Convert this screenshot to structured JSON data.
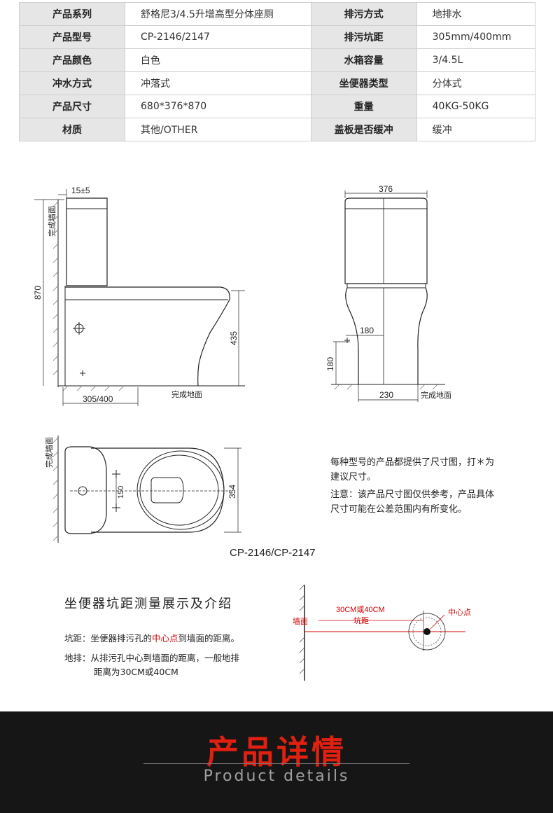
{
  "specs": {
    "rows": [
      {
        "l1": "产品系列",
        "v1": "舒格尼3/4.5升增高型分体座厕",
        "l2": "排污方式",
        "v2": "地排水"
      },
      {
        "l1": "产品型号",
        "v1": "CP-2146/2147",
        "l2": "排污坑距",
        "v2": "305mm/400mm"
      },
      {
        "l1": "产品颜色",
        "v1": "白色",
        "l2": "水箱容量",
        "v2": "3/4.5L"
      },
      {
        "l1": "冲水方式",
        "v1": "冲落式",
        "l2": "坐便器类型",
        "v2": "分体式"
      },
      {
        "l1": "产品尺寸",
        "v1": "680*376*870",
        "l2": "重量",
        "v2": "40KG-50KG"
      },
      {
        "l1": "材质",
        "v1": "其他/OTHER",
        "l2": "盖板是否缓冲",
        "v2": "缓冲"
      }
    ]
  },
  "drawing": {
    "side": {
      "top_dim": "15±5",
      "wall": "完成墙面",
      "height": "870",
      "seat_height": "435",
      "pitch": "305/400",
      "floor": "完成地面"
    },
    "front": {
      "width": "376",
      "offset": "180",
      "drain_height": "180",
      "base": "230",
      "floor": "完成地面"
    },
    "top": {
      "wall": "完成墙面",
      "hole_spacing": "150",
      "depth": "354"
    },
    "model": "CP-2146/CP-2147"
  },
  "note": {
    "line1": "每种型号的产品都提供了尺寸图，打＊为",
    "line2": "建议尺寸。",
    "line3": "注意：该产品尺寸图仅供参考，产品具体",
    "line4": "尺寸可能在公差范围内有所变化。"
  },
  "intro": {
    "title": "坐便器坑距测量展示及介绍",
    "pit_label": "坑距：",
    "pit_pre": "坐便器排污孔的",
    "pit_red": "中心点",
    "pit_post": "到墙面的距离。",
    "floor_label": "地排：",
    "floor_text1": "从排污孔中心到墙面的距离，一般地排",
    "floor_text2": "距离为30CM或40CM",
    "diagram": {
      "wall": "墙面",
      "distance": "30CM或40CM",
      "pit": "坑距",
      "center": "中心点"
    }
  },
  "banner": {
    "title": "产品详情",
    "subtitle": "Product details"
  },
  "colors": {
    "accent_red": "#e02010",
    "banner_bg": "#161616",
    "label_bg": "#e6e6e6"
  }
}
